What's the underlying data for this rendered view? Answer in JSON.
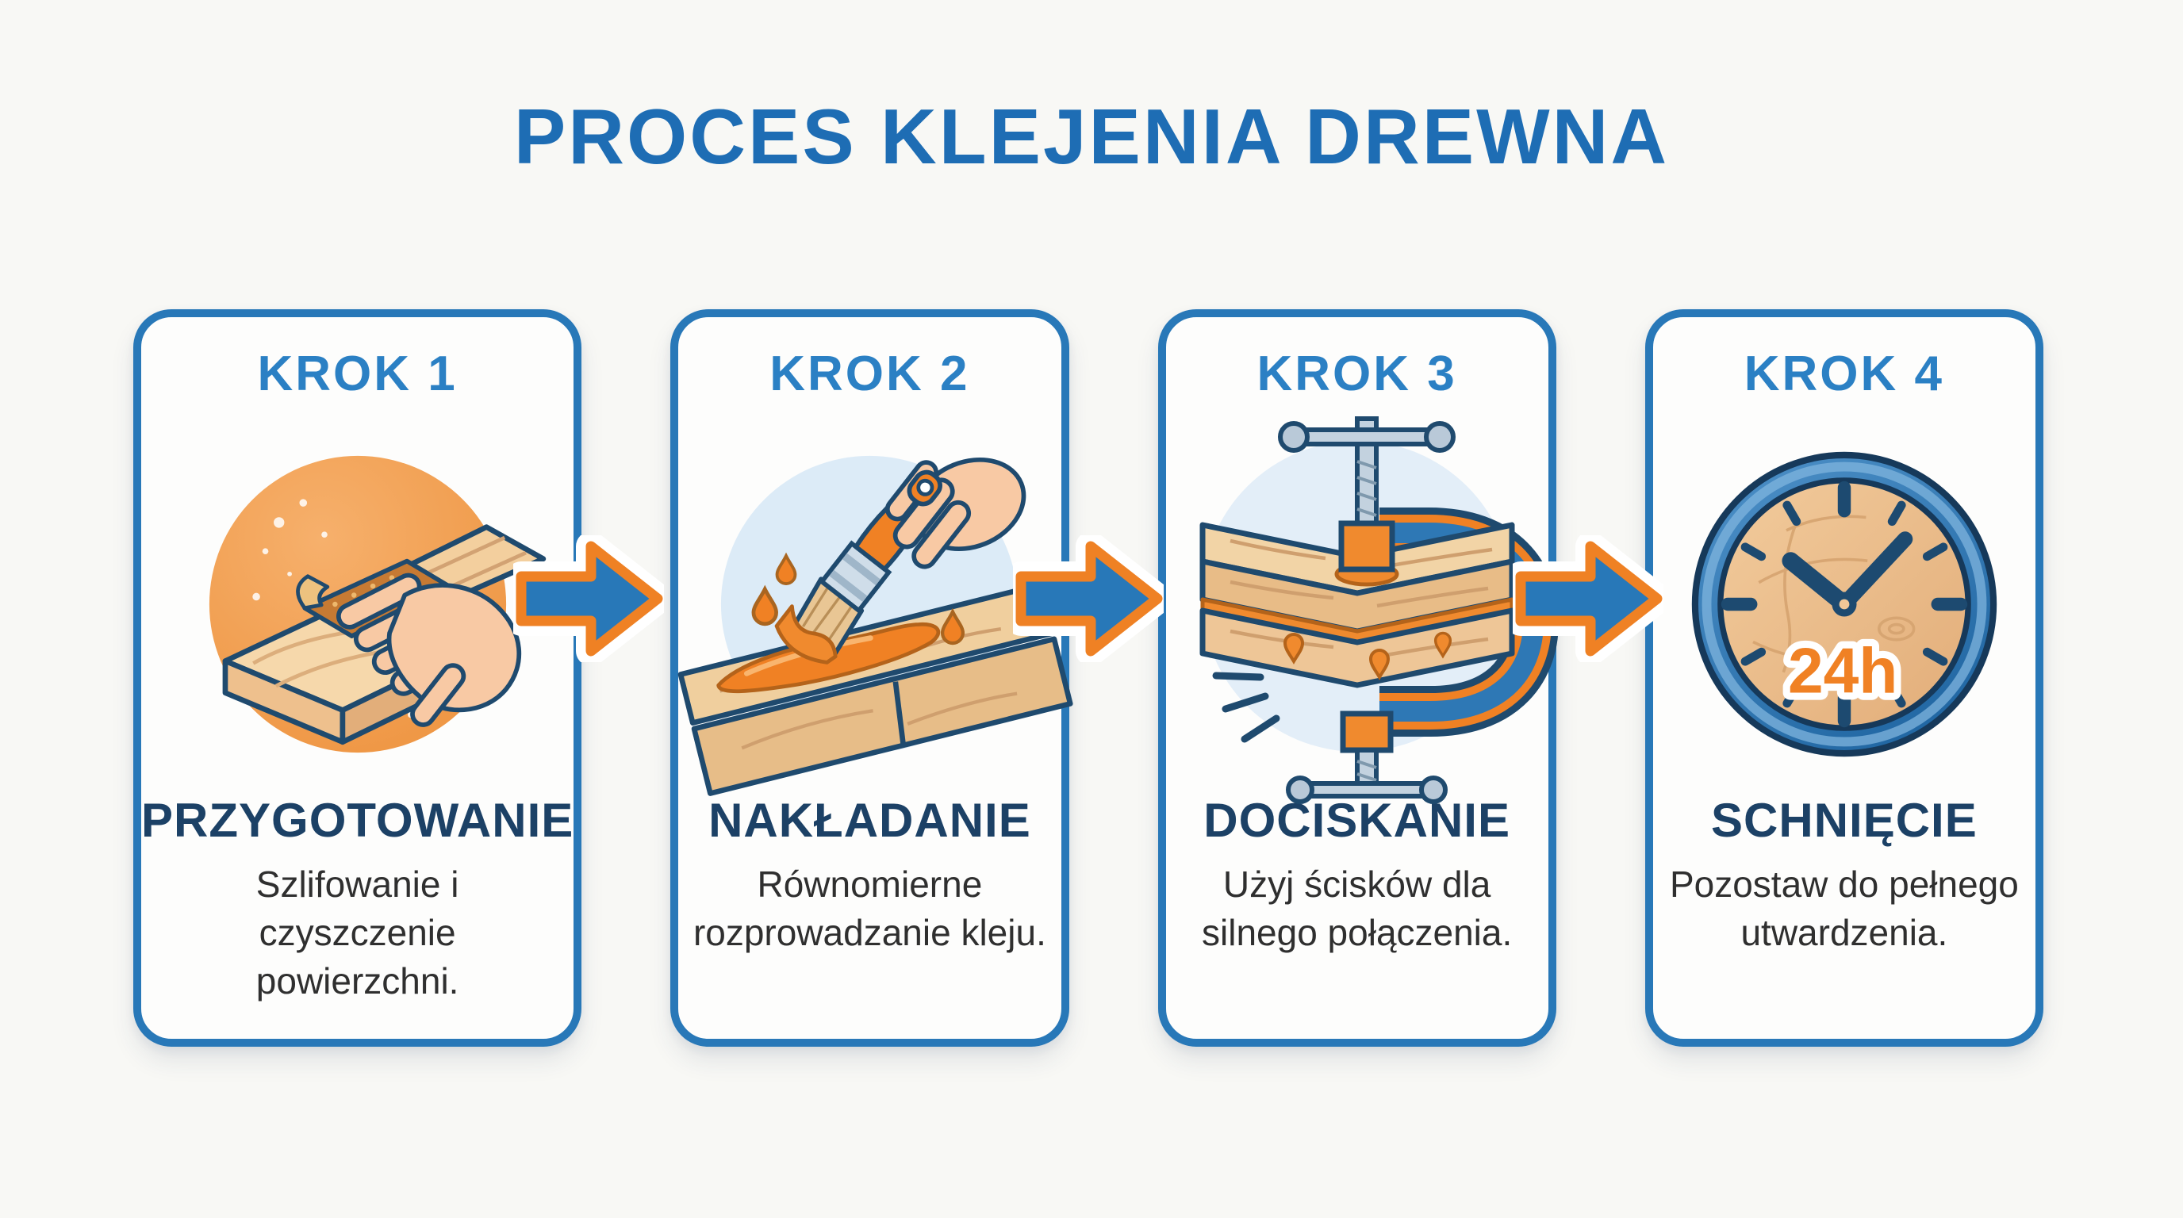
{
  "page": {
    "title": "PROCES KLEJENIA DREWNA"
  },
  "colors": {
    "background": "#f8f8f5",
    "title_blue": "#1e6db4",
    "card_border_blue": "#2878b8",
    "step_number_blue": "#2b80c4",
    "step_title_navy": "#1c4166",
    "body_text": "#2f2f2f",
    "outline_navy": "#1f4a6e",
    "arrow_fill": "#2878b8",
    "arrow_outline": "#ef8124",
    "glue_orange": "#f08124",
    "circle_orange": "#f2a158",
    "circle_light_blue": "#dcebf7",
    "wood_tan": "#f0cf9e"
  },
  "arrows": {
    "icon": "arrow-right-icon",
    "direction": "right",
    "count": 3
  },
  "steps": [
    {
      "krok": "KROK 1",
      "title": "PRZYGOTOWANIE",
      "description": "Szlifowanie i czyszczenie powierzchni.",
      "icon": "sanding-hand-icon"
    },
    {
      "krok": "KROK 2",
      "title": "NAKŁADANIE",
      "description": "Równomierne rozprowadzanie kleju.",
      "icon": "glue-brush-icon"
    },
    {
      "krok": "KROK 3",
      "title": "DOCISKANIE",
      "description": "Użyj ścisków dla silnego połączenia.",
      "icon": "clamp-icon"
    },
    {
      "krok": "KROK 4",
      "title": "SCHNIĘCIE",
      "description": "Pozostaw do pełnego utwardzenia.",
      "icon": "clock-24h-icon",
      "clock_label": "24h"
    }
  ]
}
